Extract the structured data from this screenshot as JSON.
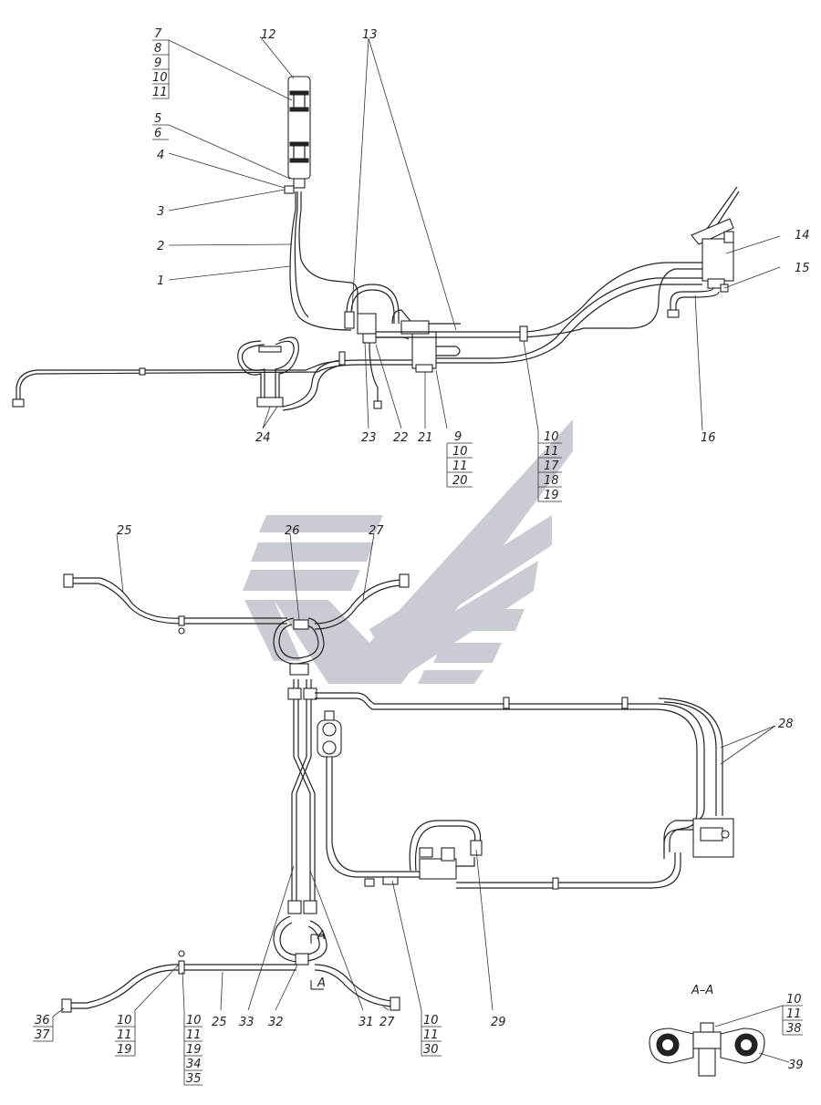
{
  "colors": {
    "line": "#222222",
    "watermark": "#c9ccd3",
    "background": "#ffffff"
  },
  "watermark": {
    "icon": "company-logo-watermark"
  },
  "labels": {
    "l1": "1",
    "l2": "2",
    "l3": "3",
    "l4": "4",
    "l5": "5",
    "l6": "6",
    "l7": "7",
    "l8": "8",
    "l9": "9",
    "l10": "10",
    "l11": "11",
    "l12": "12",
    "l13": "13",
    "l14": "14",
    "l15": "15",
    "l16": "16",
    "l21": "21",
    "l22": "22",
    "l23": "23",
    "l24": "24",
    "l25a": "25",
    "l25b": "25",
    "l26": "26",
    "l27a": "27",
    "l27b": "27",
    "l28": "28",
    "l29": "29",
    "l31": "31",
    "l32": "32",
    "l33": "33",
    "l39": "39",
    "secA1": "A",
    "secA2": "A",
    "secTitle": "A–A"
  },
  "stacks": {
    "s_7_11": [
      "7",
      "8",
      "9",
      "10",
      "11"
    ],
    "s_5_6": [
      "5",
      "6"
    ],
    "s_9_20": [
      "9",
      "10",
      "11",
      "20"
    ],
    "s_10_19": [
      "10",
      "11",
      "17",
      "18",
      "19"
    ],
    "s_36_37": [
      "36",
      "37"
    ],
    "s_10_19b": [
      "10",
      "11",
      "19"
    ],
    "s_10_35": [
      "10",
      "11",
      "19",
      "34",
      "35"
    ],
    "s_10_30": [
      "10",
      "11",
      "30"
    ],
    "s_10_38": [
      "10",
      "11",
      "38"
    ]
  }
}
